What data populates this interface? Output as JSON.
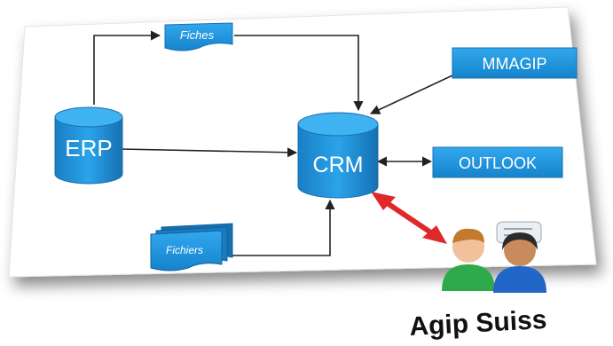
{
  "nodes": {
    "erp": "ERP",
    "crm": "CRM",
    "fiches": "Fiches",
    "fichiers": "Fichiers",
    "mmagip": "MMAGIP",
    "outlook": "OUTLOOK"
  },
  "company": "Agip Suiss",
  "colors": {
    "node_fill": "#1e8fd6",
    "node_dark": "#1273b8",
    "arrow_red": "#e0282b",
    "arrow_black": "#222222"
  }
}
